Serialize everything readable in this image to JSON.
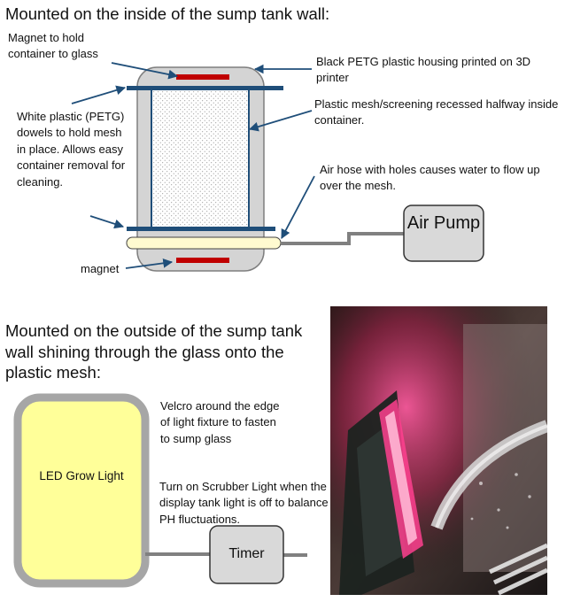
{
  "top": {
    "heading": "Mounted on the inside of the sump tank wall:",
    "labels": {
      "magnet_top": "Magnet to hold container to glass",
      "housing": "Black PETG plastic housing printed on 3D printer",
      "mesh": "Plastic mesh/screening recessed halfway inside container.",
      "dowels": "White plastic (PETG) dowels to hold mesh in place. Allows easy container removal for cleaning.",
      "air_hose": "Air hose with holes causes water to flow up over the mesh.",
      "magnet_bottom": "magnet"
    },
    "air_pump": "Air Pump"
  },
  "bottom": {
    "heading": "Mounted on the outside of the sump tank wall shining through the glass onto the plastic mesh:",
    "led": "LED Grow Light",
    "velcro": "Velcro around the edge of light fixture to fasten to sump glass",
    "scrubber": "Turn on Scrubber Light when the display tank light is off to balance PH fluctuations.",
    "timer": "Timer"
  },
  "colors": {
    "housing_fill": "#d4d4d4",
    "dowel": "#1f4e79",
    "magnet": "#c00000",
    "hose": "#fffad0",
    "led_fill": "#ffff99",
    "arrow": "#1f4e79"
  }
}
